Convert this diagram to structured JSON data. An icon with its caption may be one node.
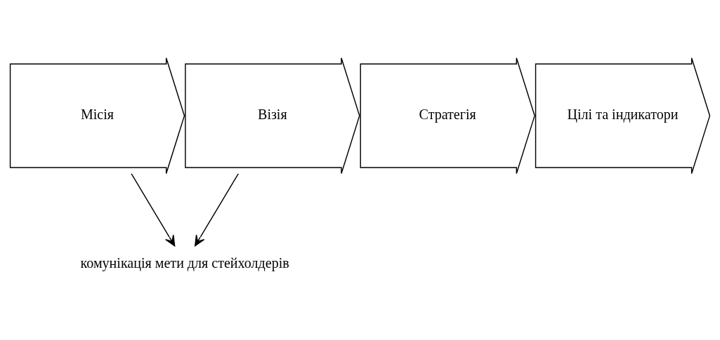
{
  "diagram": {
    "nodes": [
      {
        "text": [
          "Місія"
        ]
      },
      {
        "text": [
          "Візія"
        ]
      },
      {
        "text": [
          "Стратегія"
        ]
      },
      {
        "text": [
          "Цілі та індикатори"
        ]
      },
      {
        "text": [
          "комунікація мети для стейхолдерів"
        ]
      }
    ],
    "edges": [
      {
        "from": 0,
        "to": 4,
        "arrow": "to"
      },
      {
        "from": 1,
        "to": 4,
        "arrow": "to"
      }
    ]
  }
}
